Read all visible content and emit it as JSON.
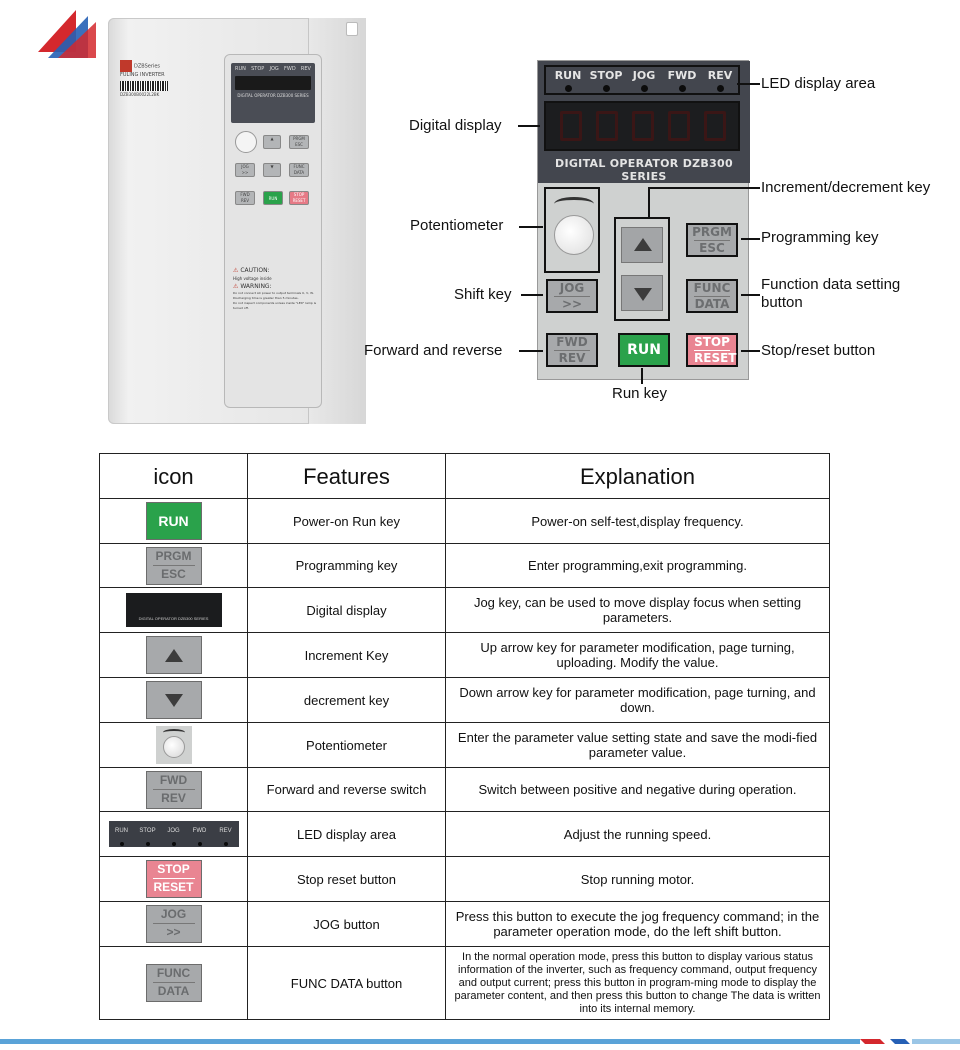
{
  "colors": {
    "logo_red": "#d4282d",
    "logo_blue": "#2660b5",
    "run_green": "#2aa24b",
    "stop_pink": "#e98592",
    "key_gray": "#a7a9ab",
    "panel_dark": "#43464e",
    "stripe_blue": "#5aa3d8"
  },
  "inverter_photo": {
    "brand_series": "DZBSeries",
    "brand_name": "FULING INVERTER",
    "serial": "DZB300B0022L2BK",
    "led_labels": [
      "RUN",
      "STOP",
      "JOG",
      "FWD",
      "REV"
    ],
    "panel_caption": "DIGITAL OPERATOR DZB300 SERIES",
    "keys": {
      "prgm": "PRGM",
      "esc": "ESC",
      "jog": "JOG",
      "shift": ">>",
      "func": "FUNC",
      "data": "DATA",
      "fwd": "FWD",
      "rev": "REV",
      "run": "RUN",
      "stop": "STOP",
      "reset": "RESET"
    },
    "caution_title": "CAUTION:",
    "caution_text": "High voltage inside",
    "warning_title": "WARNING:",
    "warning_lines": [
      "Do not connect AC power to output terminals U, V, W.",
      "Discharging time is greater than 5 minutes.",
      "Do not inspect components unless inside \"LED\" lamp is turned off."
    ]
  },
  "panel": {
    "led_labels": [
      "RUN",
      "STOP",
      "JOG",
      "FWD",
      "REV"
    ],
    "caption": "DIGITAL OPERATOR DZB300 SERIES",
    "keys": {
      "prgm": "PRGM",
      "esc": "ESC",
      "jog": "JOG",
      "shift": ">>",
      "func": "FUNC",
      "data": "DATA",
      "fwd": "FWD",
      "rev": "REV",
      "run": "RUN",
      "stop": "STOP",
      "reset": "RESET"
    }
  },
  "annotations": {
    "led_display_area": "LED display area",
    "digital_display": "Digital display",
    "increment_decrement_key": "Increment/decrement key",
    "potentiometer": "Potentiometer",
    "programming_key": "Programming key",
    "shift_key": "Shift key",
    "function_data_setting_1": "Function data setting",
    "function_data_setting_2": "button",
    "forward_and_reverse": "Forward and reverse",
    "stop_reset_button": "Stop/reset button",
    "run_key": "Run key"
  },
  "table": {
    "headers": [
      "icon",
      "Features",
      "Explanation"
    ],
    "rows": [
      {
        "icon": "run-key-icon",
        "feature": "Power-on  Run key",
        "explanation": "Power-on self-test,display frequency."
      },
      {
        "icon": "prgm-esc-key-icon",
        "feature": "Programming  key",
        "explanation": "Enter programming,exit programming."
      },
      {
        "icon": "digital-display-icon",
        "feature": "Digital display",
        "explanation": "Jog key, can be used to move display focus when setting parameters."
      },
      {
        "icon": "up-arrow-key-icon",
        "feature": "Increment Key",
        "explanation": "Up arrow key for parameter modification, page turning, uploading. Modify the value."
      },
      {
        "icon": "down-arrow-key-icon",
        "feature": "decrement key",
        "explanation": "Down arrow key for parameter modification, page turning, and down."
      },
      {
        "icon": "potentiometer-icon",
        "feature": "Potentiometer",
        "explanation": "Enter the parameter value setting state and save the modi-fied parameter value."
      },
      {
        "icon": "fwd-rev-key-icon",
        "feature": "Forward and reverse switch",
        "explanation": "Switch between positive and negative during operation."
      },
      {
        "icon": "led-display-area-icon",
        "feature": "LED display area",
        "explanation": "Adjust the running speed."
      },
      {
        "icon": "stop-reset-key-icon",
        "feature": "Stop reset button",
        "explanation": "Stop running motor."
      },
      {
        "icon": "jog-shift-key-icon",
        "feature": "JOG button",
        "explanation": "Press this button to execute the jog frequency command; in the parameter operation mode, do the left shift button."
      },
      {
        "icon": "func-data-key-icon",
        "feature": "FUNC DATA button",
        "explanation": "In the normal operation mode, press this button to display various status information of the inverter, such as frequency command, output frequency and output current; press this button in program-ming mode to display the parameter content, and then press this button to change The data is written into its internal memory."
      }
    ]
  }
}
